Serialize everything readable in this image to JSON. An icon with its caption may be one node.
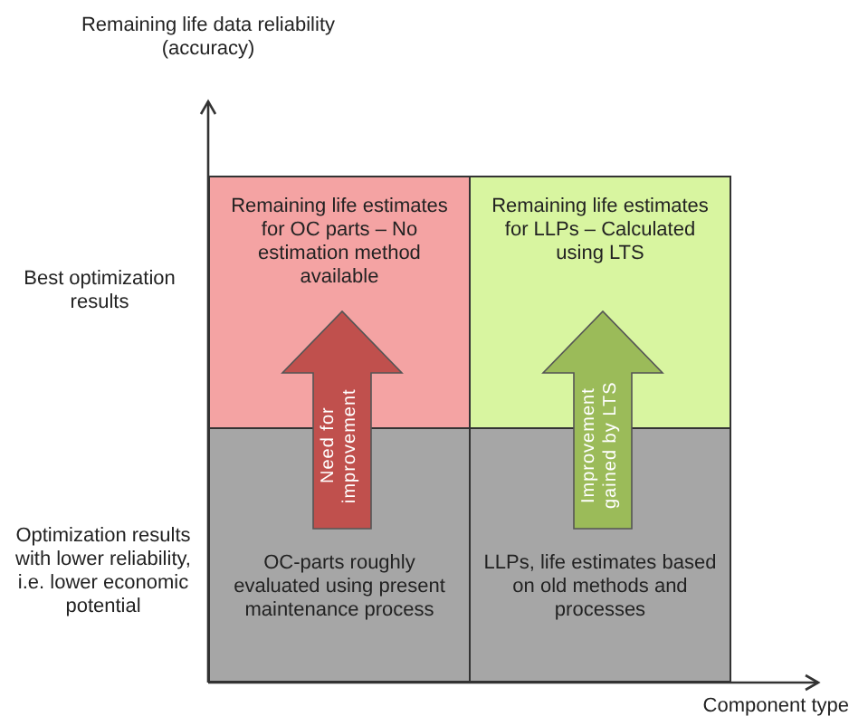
{
  "diagram": {
    "nodes": [
      {
        "text": [
          "Remaining life estimates for OC parts – No estimation method available"
        ]
      },
      {
        "text": [
          "Remaining life estimates for LLPs – Calculated using LTS"
        ]
      },
      {
        "text": [
          "OC-parts roughly evaluated using present maintenance process"
        ]
      },
      {
        "text": [
          "LLPs, life estimates based on old methods and processes"
        ]
      }
    ],
    "edges": [
      {
        "from": 2,
        "to": 0,
        "arrow": "to",
        "label": "Need for improvement",
        "style": "thick",
        "color": "#c0504d"
      },
      {
        "from": 3,
        "to": 1,
        "arrow": "to",
        "label": "Improvement gained by LTS",
        "style": "thick",
        "color": "#9bbb59"
      }
    ],
    "labels": [
      "Remaining life data reliability (accuracy)",
      "Best optimization results",
      "Optimization results with lower reliability, i.e. lower economic potential",
      "Component type"
    ]
  }
}
